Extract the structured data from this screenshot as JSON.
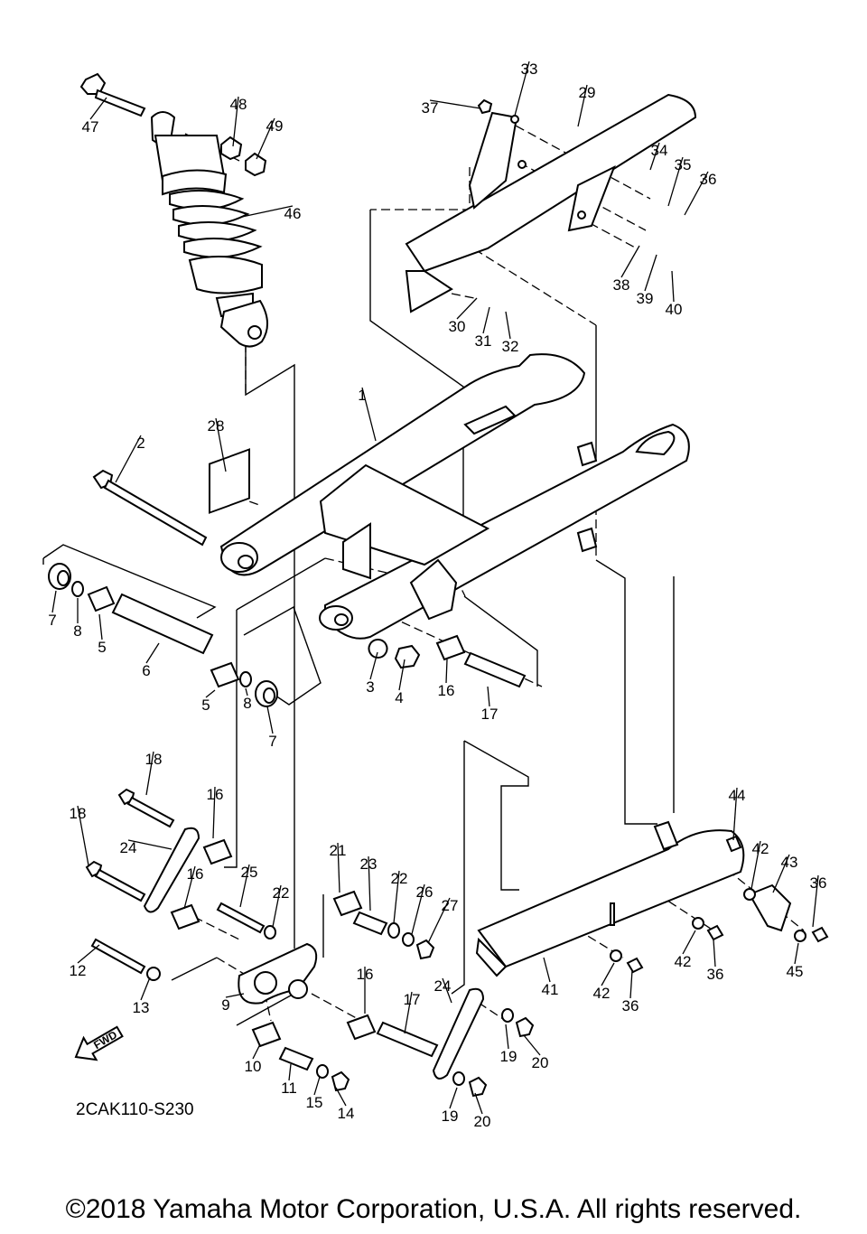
{
  "diagram": {
    "code": "2CAK110-S230",
    "fwd_label": "FWD",
    "copyright": "©2018 Yamaha Motor Corporation, U.S.A. All rights reserved.",
    "callouts": [
      "47",
      "48",
      "49",
      "46",
      "33",
      "29",
      "37",
      "34",
      "35",
      "36",
      "38",
      "39",
      "40",
      "30",
      "31",
      "32",
      "1",
      "28",
      "2",
      "7",
      "8",
      "5",
      "6",
      "5",
      "8",
      "7",
      "3",
      "4",
      "16",
      "17",
      "18",
      "16",
      "18",
      "24",
      "16",
      "25",
      "22",
      "21",
      "23",
      "22",
      "26",
      "27",
      "12",
      "13",
      "9",
      "16",
      "17",
      "24",
      "10",
      "11",
      "15",
      "14",
      "19",
      "20",
      "19",
      "20",
      "44",
      "42",
      "43",
      "36",
      "42",
      "36",
      "41",
      "42",
      "36",
      "45"
    ]
  }
}
